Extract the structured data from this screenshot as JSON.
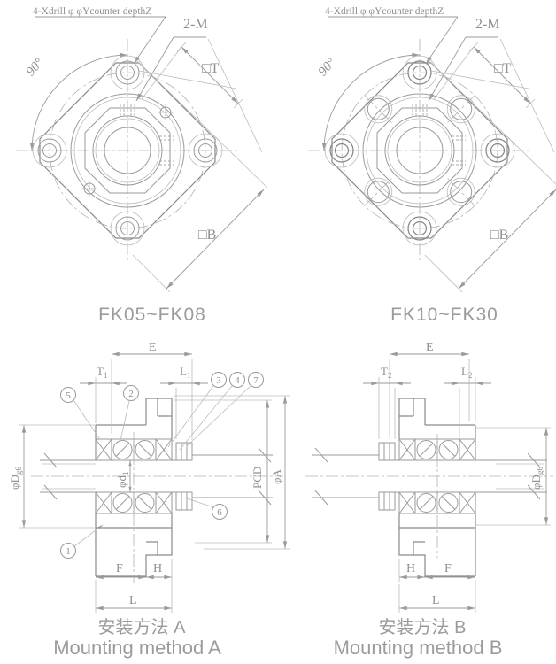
{
  "colors": {
    "line": "#9a9a9a",
    "text": "#8f8f8f",
    "caption": "#9b9b9b",
    "background": "#ffffff"
  },
  "front_views": {
    "drill_note": "4-Xdrill φ φYcounter depthZ",
    "thread_label": "2-M",
    "angle_label": "90°",
    "square_t": "□T",
    "square_b": "□B",
    "caption_left": "FK05~FK08",
    "caption_right": "FK10~FK30"
  },
  "section_a": {
    "dim_e": "E",
    "dim_t": "T",
    "dim_t_sub": "1",
    "dim_l1": "L",
    "dim_l1_sub": "1",
    "dim_phi_d": "φD",
    "dim_phi_d_sub": "g6",
    "dim_phi_d1": "φd",
    "dim_phi_d1_sub": "1",
    "dim_pcd": "PCD",
    "dim_phi_a": "φA",
    "dim_f": "F",
    "dim_h": "H",
    "dim_l": "L",
    "balloons": [
      "1",
      "2",
      "3",
      "4",
      "5",
      "6",
      "7"
    ],
    "caption_cn": "安装方法 A",
    "caption_en": "Mounting method A"
  },
  "section_b": {
    "dim_e": "E",
    "dim_t": "T",
    "dim_t_sub": "2",
    "dim_l2": "L",
    "dim_l2_sub": "2",
    "dim_phi_d": "φD",
    "dim_phi_d_sub": "g6",
    "dim_h": "H",
    "dim_f": "F",
    "dim_l": "L",
    "caption_cn": "安装方法 B",
    "caption_en": "Mounting method B"
  }
}
